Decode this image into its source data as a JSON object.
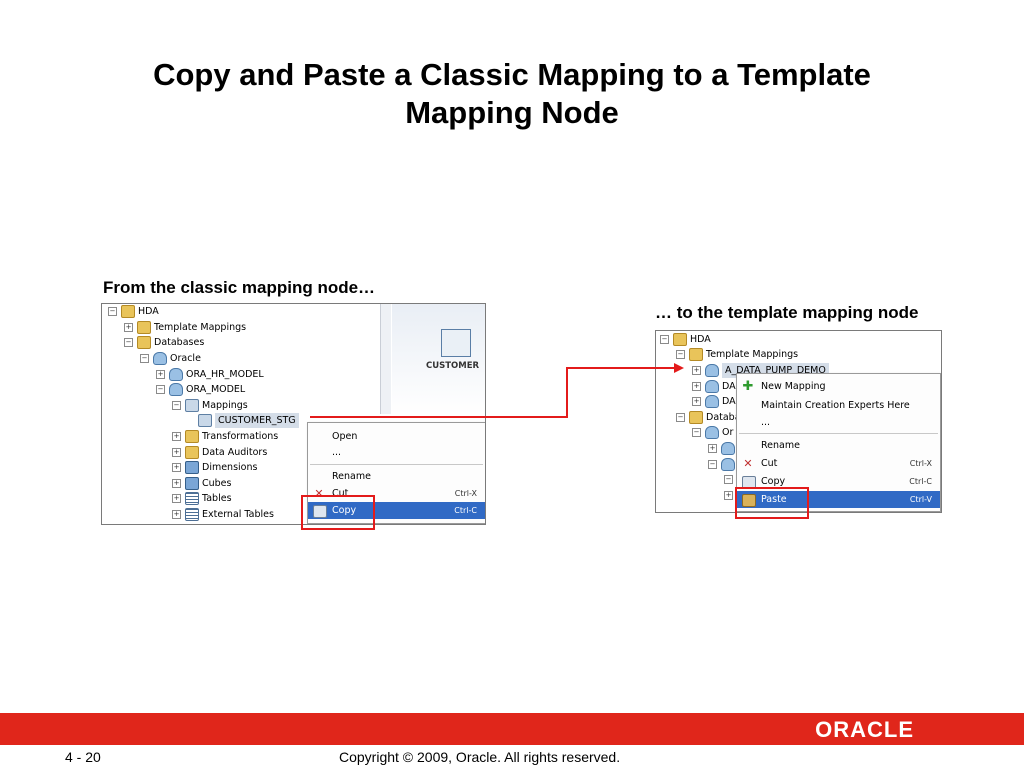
{
  "title": {
    "line1": "Copy and Paste a Classic Mapping to a Template",
    "line2": "Mapping Node"
  },
  "captions": {
    "left": "From the classic mapping node…",
    "right": "… to the template mapping node"
  },
  "left_screenshot": {
    "tree": {
      "hda": "HDA",
      "template_mappings": "Template Mappings",
      "databases": "Databases",
      "oracle": "Oracle",
      "ora_hr_model": "ORA_HR_MODEL",
      "ora_model": "ORA_MODEL",
      "mappings": "Mappings",
      "customer_stg": "CUSTOMER_STG",
      "transformations": "Transformations",
      "data_auditors": "Data Auditors",
      "dimensions": "Dimensions",
      "cubes": "Cubes",
      "tables": "Tables",
      "external_tables": "External Tables"
    },
    "editor_label": "CUSTOMER",
    "menu": {
      "open": "Open",
      "ellipsis": "...",
      "rename": "Rename",
      "cut": "Cut",
      "cut_shortcut": "Ctrl-X",
      "copy": "Copy",
      "copy_shortcut": "Ctrl-C"
    }
  },
  "right_screenshot": {
    "tree": {
      "hda": "HDA",
      "template_mappings": "Template Mappings",
      "a_data_pump_demo": "A_DATA_PUMP_DEMO",
      "da1": "DA",
      "da2": "DA",
      "databases": "Databa",
      "or": "Or"
    },
    "menu": {
      "new_mapping": "New Mapping",
      "maintain": "Maintain Creation Experts Here",
      "ellipsis": "...",
      "rename": "Rename",
      "cut": "Cut",
      "cut_shortcut": "Ctrl-X",
      "copy": "Copy",
      "copy_shortcut": "Ctrl-C",
      "paste": "Paste",
      "paste_shortcut": "Ctrl-V"
    }
  },
  "footer": {
    "page_number": "4 - 20",
    "copyright": "Copyright © 2009, Oracle. All rights reserved.",
    "logo": "ORACLE"
  },
  "colors": {
    "accent_red": "#e31b1b",
    "footer_bar": "#e0261b",
    "menu_selection": "#316ac5"
  }
}
